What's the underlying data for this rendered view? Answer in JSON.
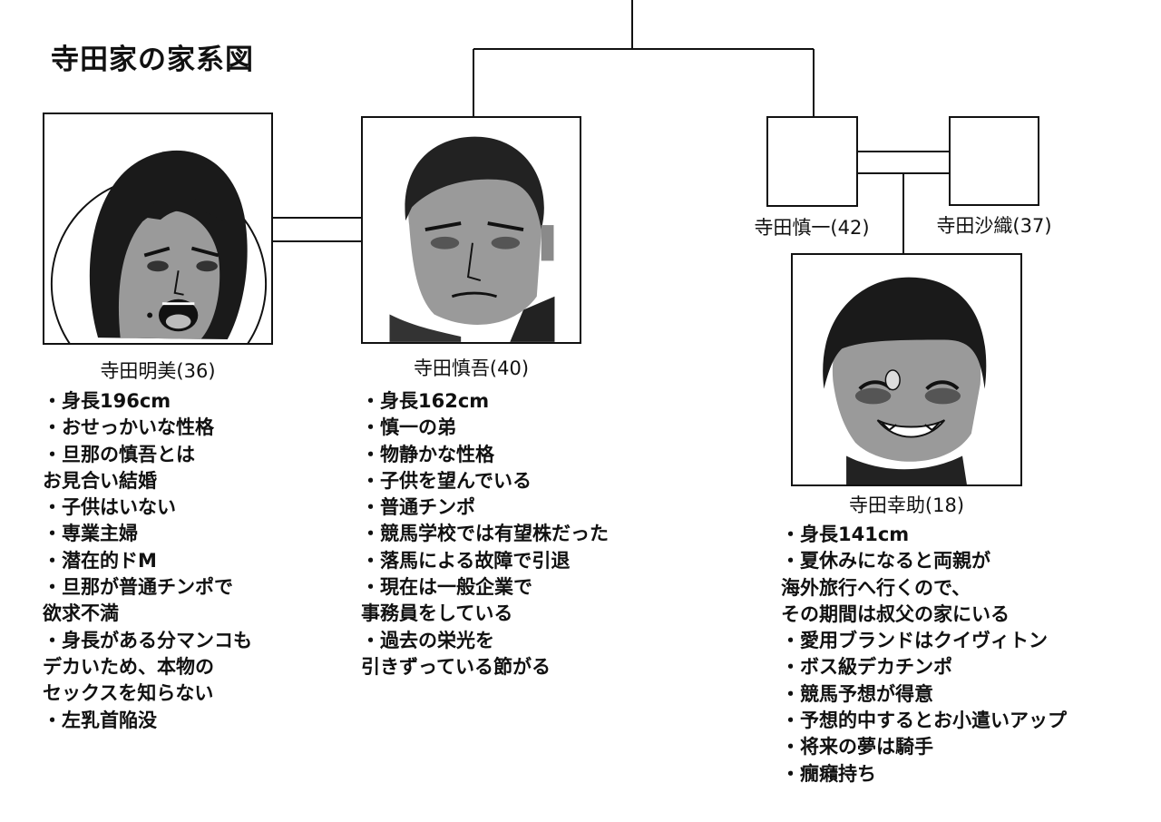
{
  "title": "寺田家の家系図",
  "members": {
    "akemi": {
      "name": "寺田明美(36)",
      "traits": [
        "・身長196cm",
        "・おせっかいな性格",
        "・旦那の慎吾とは",
        "お見合い結婚",
        "・子供はいない",
        "・専業主婦",
        "・潜在的ドM",
        "・旦那が普通チンポで",
        "欲求不満",
        "・身長がある分マンコも",
        "デカいため、本物の",
        "セックスを知らない",
        "・左乳首陥没"
      ]
    },
    "shingo": {
      "name": "寺田慎吾(40)",
      "traits": [
        "・身長162cm",
        "・慎一の弟",
        "・物静かな性格",
        "・子供を望んでいる",
        "・普通チンポ",
        "・競馬学校では有望株だった",
        "・落馬による故障で引退",
        "・現在は一般企業で",
        "事務員をしている",
        "・過去の栄光を",
        "引きずっている節がる"
      ]
    },
    "shinichi": {
      "name": "寺田慎一(42)"
    },
    "saori": {
      "name": "寺田沙織(37)"
    },
    "kosuke": {
      "name": "寺田幸助(18)",
      "traits": [
        "・身長141cm",
        "・夏休みになると両親が",
        "海外旅行へ行くので、",
        "その期間は叔父の家にいる",
        "・愛用ブランドはクイヴィトン",
        "・ボス級デカチンポ",
        "・競馬予想が得意",
        "・予想的中するとお小遣いアップ",
        "・将来の夢は騎手",
        "・癇癪持ち"
      ]
    }
  }
}
